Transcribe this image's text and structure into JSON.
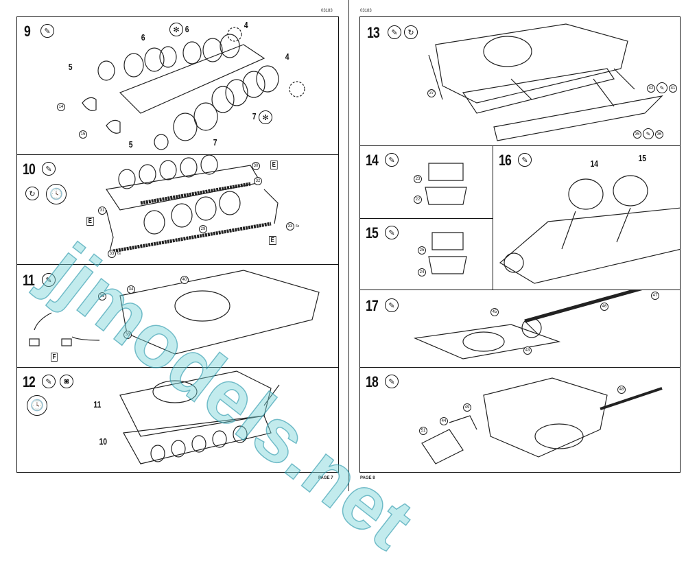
{
  "left_page": {
    "code": "03183",
    "page_label": "PAGE 7",
    "steps": [
      {
        "number": "9",
        "icons": [
          "glue-icon"
        ],
        "labels": [
          "6",
          "6",
          "4",
          "5",
          "4",
          "7",
          "7",
          "5"
        ],
        "callouts": [
          "14",
          "15"
        ]
      },
      {
        "number": "10",
        "icons": [
          "glue-icon",
          "rotate-icon",
          "clock-icon"
        ],
        "labels": [
          "E",
          "E",
          "E"
        ],
        "callouts": [
          "30",
          "32",
          "31",
          "29",
          "33",
          "33"
        ],
        "notes": [
          "6x",
          "6x"
        ]
      },
      {
        "number": "11",
        "icons": [
          "glue-icon"
        ],
        "labels": [
          "F"
        ],
        "callouts": [
          "39",
          "34",
          "40",
          "38"
        ]
      },
      {
        "number": "12",
        "icons": [
          "glue-icon",
          "camera-icon",
          "clock-icon"
        ],
        "labels": [
          "11",
          "10"
        ]
      }
    ]
  },
  "right_page": {
    "code": "03183",
    "page_label": "PAGE 8",
    "steps": [
      {
        "number": "13",
        "icons": [
          "glue-icon",
          "rotate-icon"
        ],
        "callouts": [
          "37",
          "42",
          "41",
          "35",
          "36"
        ]
      },
      {
        "number": "14",
        "icons": [
          "glue-icon"
        ],
        "callouts": [
          "23",
          "22"
        ]
      },
      {
        "number": "15",
        "icons": [
          "glue-icon"
        ],
        "callouts": [
          "25",
          "24"
        ]
      },
      {
        "number": "16",
        "icons": [
          "glue-icon"
        ],
        "labels": [
          "14",
          "15"
        ]
      },
      {
        "number": "17",
        "icons": [
          "glue-icon"
        ],
        "callouts": [
          "45",
          "46",
          "47",
          "43"
        ]
      },
      {
        "number": "18",
        "icons": [
          "glue-icon"
        ],
        "callouts": [
          "48",
          "49",
          "44",
          "51"
        ]
      }
    ]
  },
  "watermark": "jjmodels.net",
  "colors": {
    "ink": "#111111",
    "watermark": "#78d2d7"
  }
}
